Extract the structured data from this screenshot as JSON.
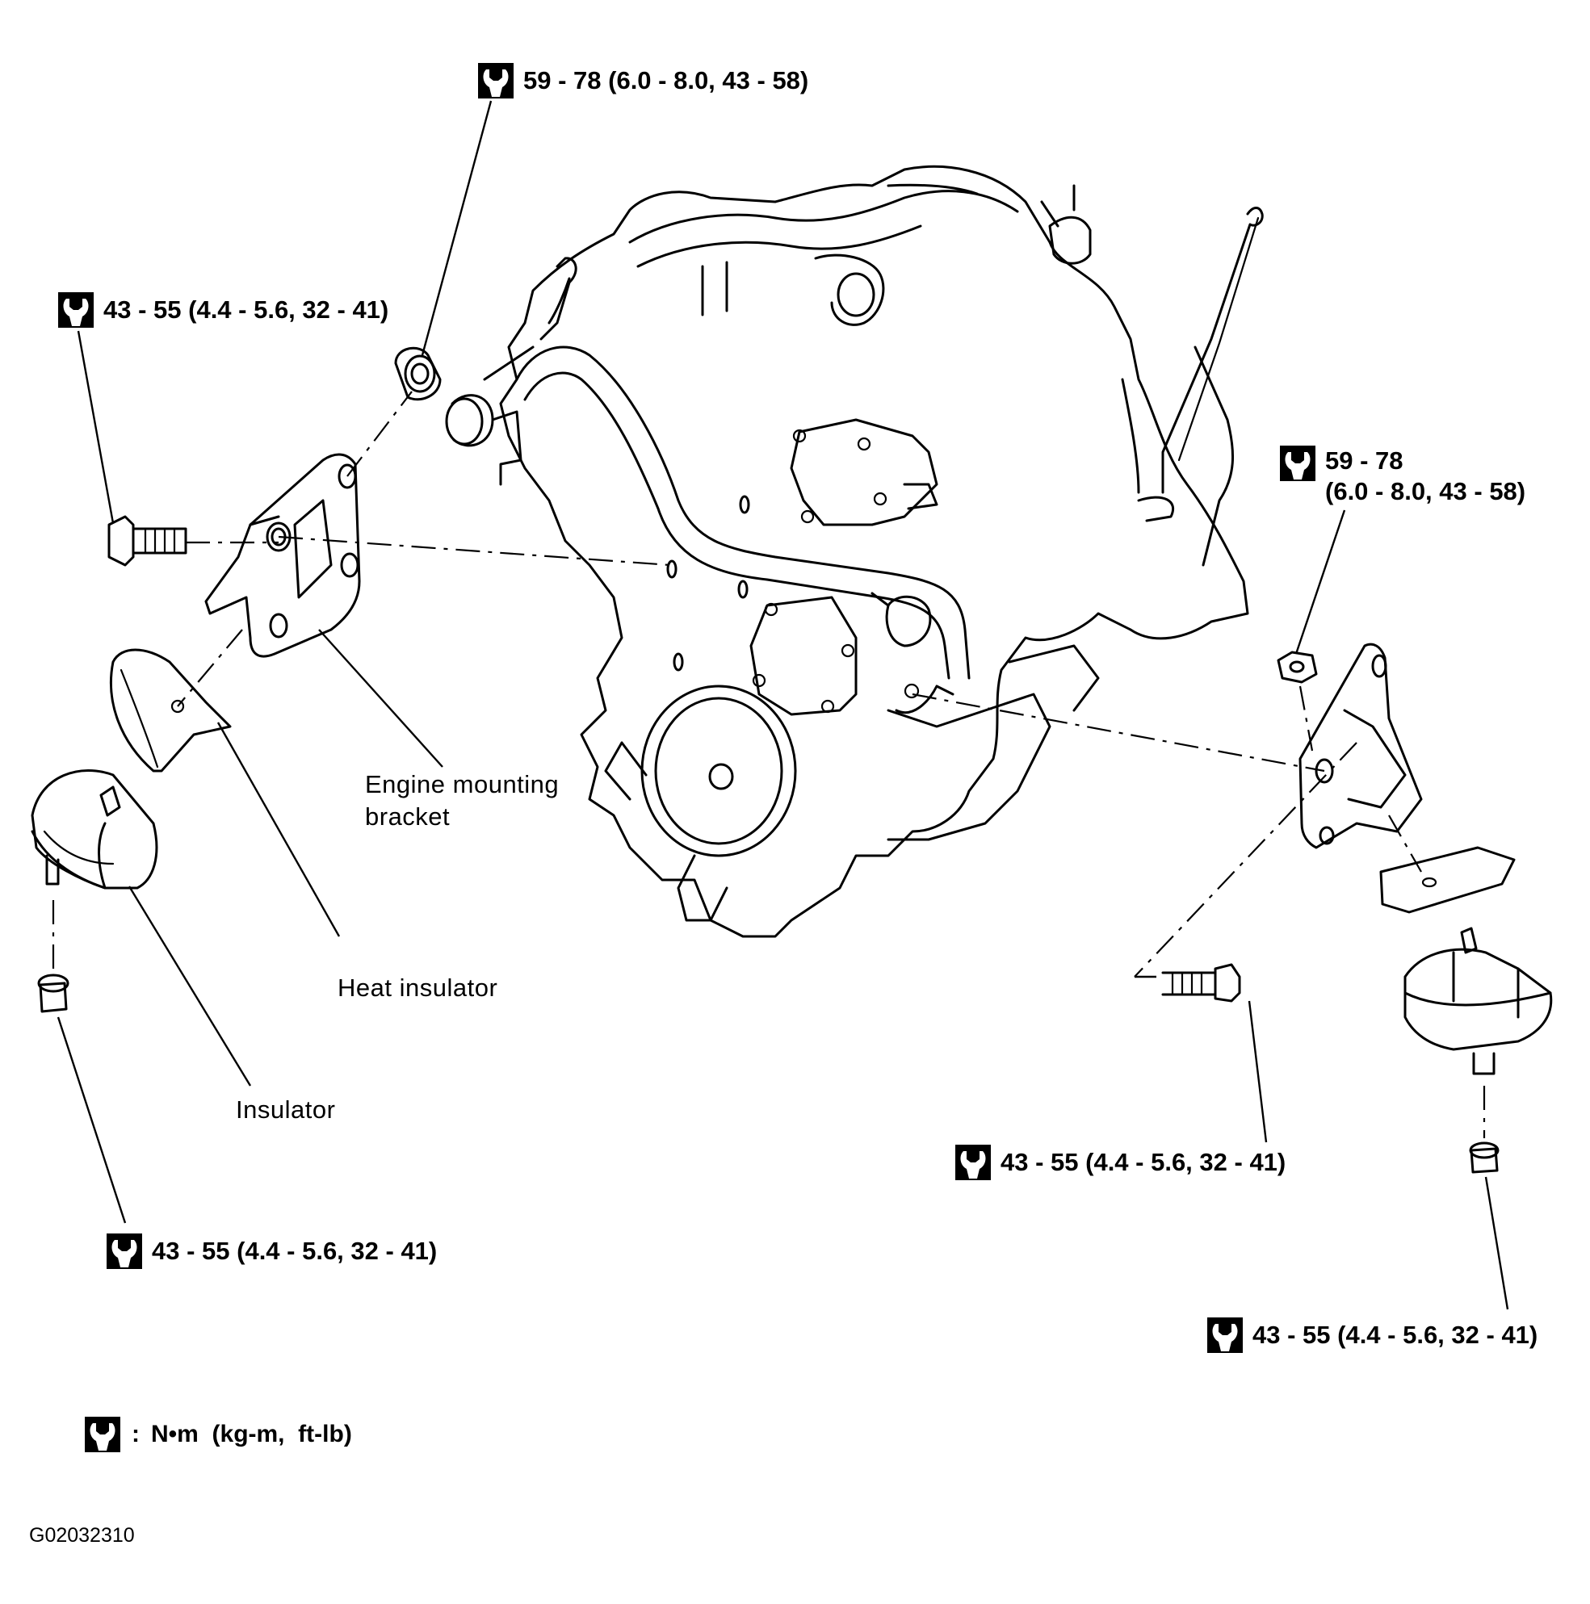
{
  "torque_specs": {
    "top_center": {
      "lines": [
        "59 - 78 (6.0 - 8.0, 43 - 58)"
      ],
      "icon": "torque-wrench-icon"
    },
    "top_left": {
      "lines": [
        "43 - 55 (4.4 - 5.6, 32 - 41)"
      ],
      "icon": "torque-wrench-icon"
    },
    "right_nut": {
      "lines": [
        "59 - 78",
        "(6.0 - 8.0, 43 - 58)"
      ],
      "icon": "torque-wrench-icon"
    },
    "center_bolt": {
      "lines": [
        "43 - 55 (4.4 - 5.6, 32 - 41)"
      ],
      "icon": "torque-wrench-icon"
    },
    "bottom_left": {
      "lines": [
        "43 - 55 (4.4 - 5.6, 32 - 41)"
      ],
      "icon": "torque-wrench-icon"
    },
    "bottom_right": {
      "lines": [
        "43 - 55 (4.4 - 5.6, 32 - 41)"
      ],
      "icon": "torque-wrench-icon"
    }
  },
  "parts": {
    "engine_mounting_bracket": [
      "Engine mounting",
      "bracket"
    ],
    "heat_insulator": "Heat insulator",
    "insulator": "Insulator"
  },
  "legend": {
    "separator": ":",
    "units": "N•m  (kg-m,  ft-lb)",
    "icon": "torque-wrench-icon"
  },
  "figure_code": "G02032310"
}
